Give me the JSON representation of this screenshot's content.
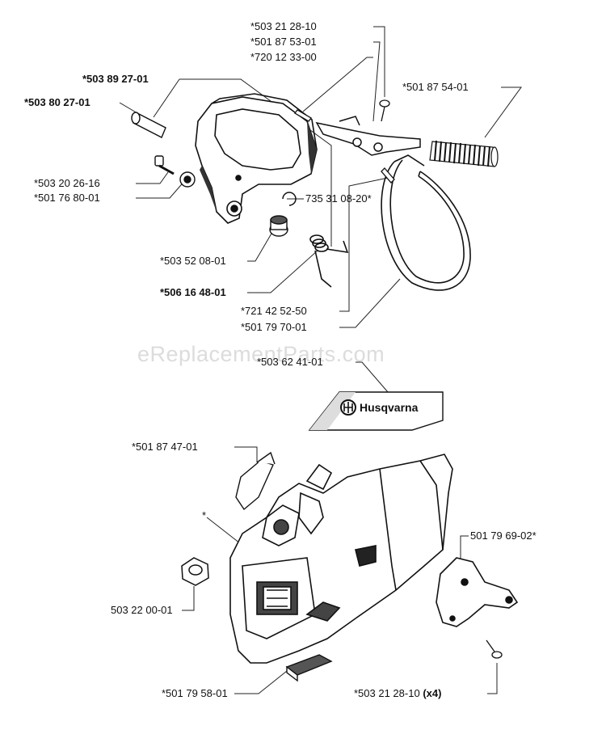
{
  "watermark": "eReplacementParts.com",
  "brand": "Husqvarna",
  "labels": {
    "p1": "*503 21 28-10",
    "p2": "*501 87 53-01",
    "p3": "*720 12 33-00",
    "p4": "*503 89 27-01",
    "p5": "*501 87 54-01",
    "p6": "*503 80 27-01",
    "p7": "*503 20 26-16",
    "p8": "*501 76 80-01",
    "p9": "735 31 08-20*",
    "p10": "*503 52 08-01",
    "p11": "*506 16 48-01",
    "p12": "*721 42 52-50",
    "p13": "*501 79 70-01",
    "p14": "*503 62 41-01",
    "p15": "*501 87 47-01",
    "p16": "*",
    "p17": "501 79 69-02*",
    "p18": "503 22 00-01",
    "p19": "*501 79 58-01",
    "p20": "*503 21 28-10",
    "p20_qty": "(x4)"
  }
}
